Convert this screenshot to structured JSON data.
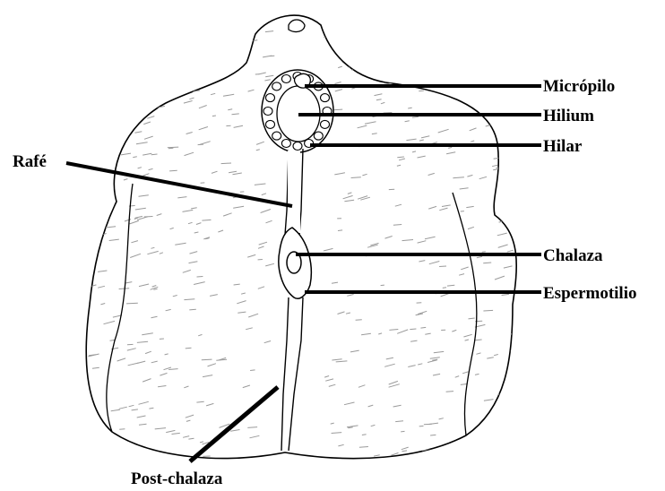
{
  "labels": {
    "micropilo": "Micrópilo",
    "hilium": "Hilium",
    "hilar": "Hilar",
    "rafe": "Rafé",
    "chalaza": "Chalaza",
    "espermotilio": "Espermotilio",
    "post_chalaza": "Post-chalaza"
  },
  "colors": {
    "ink": "#000000",
    "stipple": "#9a9a9a",
    "background": "#ffffff"
  }
}
